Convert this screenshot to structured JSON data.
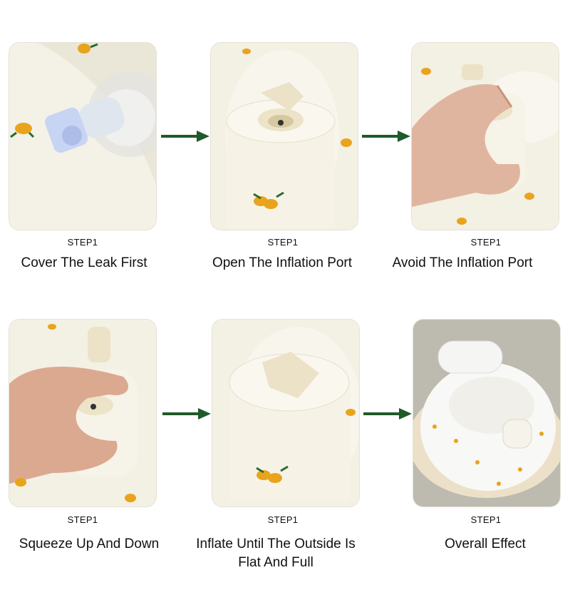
{
  "steps": [
    {
      "step_label": "STEP1",
      "caption": "Cover The Leak First"
    },
    {
      "step_label": "STEP1",
      "caption": "Open The Inflation Port"
    },
    {
      "step_label": "STEP1",
      "caption": "Avoid The Inflation Port"
    },
    {
      "step_label": "STEP1",
      "caption": "Squeeze Up And Down"
    },
    {
      "step_label": "STEP1",
      "caption": "Inflate Until The Outside Is Flat And Full"
    },
    {
      "step_label": "STEP1",
      "caption": "Overall Effect"
    }
  ],
  "colors": {
    "arrow": "#1f5a2a",
    "fabric": "#f3f0e4",
    "lemon": "#e8a41c",
    "leaf": "#2c6b2f"
  },
  "icons": {
    "arrow": "right-arrow-icon"
  }
}
